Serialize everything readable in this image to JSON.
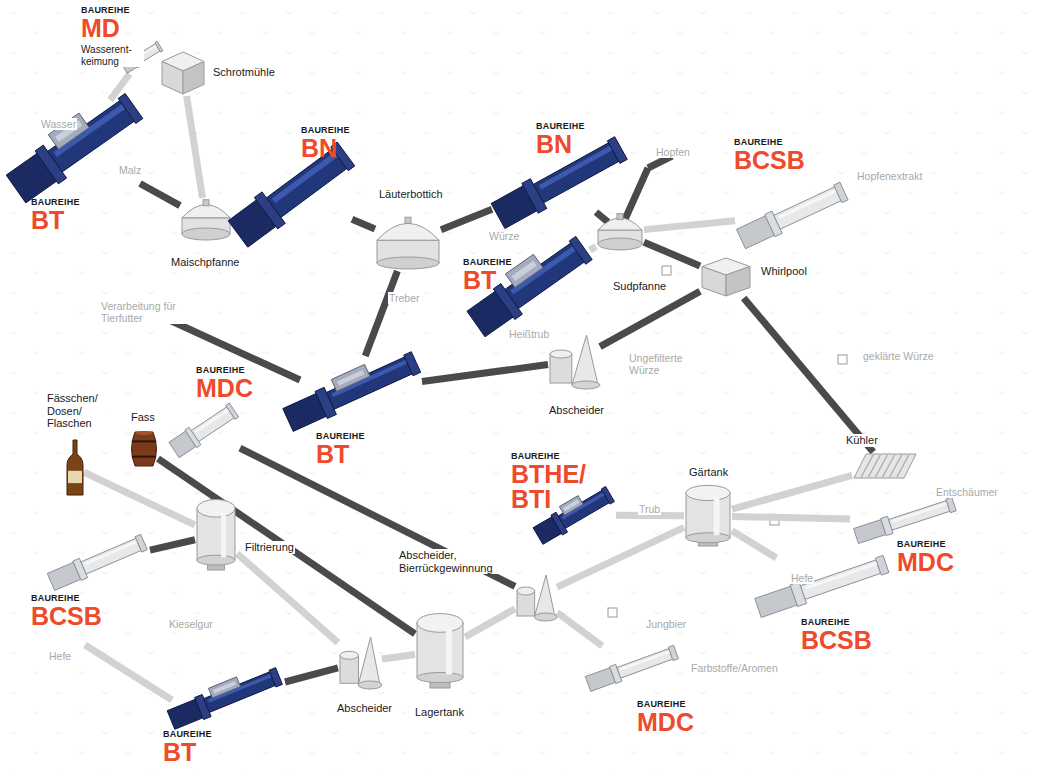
{
  "diagram": {
    "nodes": [
      {
        "text": [
          "BAUREIHE",
          "MD",
          "Wasserent- keimung"
        ]
      },
      {
        "text": [
          "Schrotmühle"
        ]
      },
      {
        "text": [
          "BAUREIHE",
          "BT"
        ]
      },
      {
        "text": [
          "Maischpfanne"
        ]
      },
      {
        "text": [
          "BAUREIHE",
          "BN"
        ]
      },
      {
        "text": [
          "Läuterbottich"
        ]
      },
      {
        "text": [
          "BAUREIHE",
          "BN"
        ]
      },
      {
        "text": [
          "BAUREIHE",
          "BT"
        ]
      },
      {
        "text": [
          "Sudpfanne"
        ]
      },
      {
        "text": [
          "BAUREIHE",
          "BCSB"
        ]
      },
      {
        "text": [
          "Whirlpool"
        ]
      },
      {
        "text": [
          "Abscheider"
        ]
      },
      {
        "text": [
          "BAUREIHE",
          "MDC"
        ]
      },
      {
        "text": [
          "BAUREIHE",
          "BT"
        ]
      },
      {
        "text": [
          "Fässchen/ Dosen/ Flaschen"
        ]
      },
      {
        "text": [
          "Fass"
        ]
      },
      {
        "text": [
          "Filtrierung"
        ]
      },
      {
        "text": [
          "BAUREIHE",
          "BTHE/ BTI"
        ]
      },
      {
        "text": [
          "Gärtank"
        ]
      },
      {
        "text": [
          "Kühler"
        ]
      },
      {
        "text": [
          "BAUREIHE",
          "MDC"
        ]
      },
      {
        "text": [
          "Abscheider, Bierrückgewinnung"
        ]
      },
      {
        "text": [
          "BAUREIHE",
          "BCSB"
        ]
      },
      {
        "text": [
          "BAUREIHE",
          "BCSB"
        ]
      },
      {
        "text": [
          "Abscheider"
        ]
      },
      {
        "text": [
          "Lagertank"
        ]
      },
      {
        "text": [
          "BAUREIHE",
          "BT"
        ]
      },
      {
        "text": [
          "BAUREIHE",
          "MDC"
        ]
      }
    ],
    "edges": [
      {
        "from": 0,
        "to": 2,
        "arrow": "none"
      },
      {
        "from": 1,
        "to": 3,
        "arrow": "none"
      },
      {
        "from": 2,
        "to": 3,
        "arrow": "none"
      },
      {
        "from": 3,
        "to": 4,
        "arrow": "none"
      },
      {
        "from": 4,
        "to": 5,
        "arrow": "none"
      },
      {
        "from": 5,
        "to": 6,
        "arrow": "none"
      },
      {
        "from": 6,
        "to": 8,
        "arrow": "none"
      },
      {
        "from": 9,
        "to": 8,
        "arrow": "none"
      },
      {
        "from": 8,
        "to": 7,
        "arrow": "none"
      },
      {
        "from": 8,
        "to": 10,
        "arrow": "none"
      },
      {
        "from": 10,
        "to": 11,
        "arrow": "none"
      },
      {
        "from": 5,
        "to": 13,
        "arrow": "none"
      },
      {
        "from": 11,
        "to": 13,
        "arrow": "none"
      },
      {
        "from": 10,
        "to": 19,
        "arrow": "none"
      },
      {
        "from": 19,
        "to": 18,
        "arrow": "none"
      },
      {
        "from": 20,
        "to": 18,
        "arrow": "none"
      },
      {
        "from": 23,
        "to": 18,
        "arrow": "none"
      },
      {
        "from": 18,
        "to": 17,
        "arrow": "none"
      },
      {
        "from": 18,
        "to": 21,
        "arrow": "none"
      },
      {
        "from": 27,
        "to": 21,
        "arrow": "none"
      },
      {
        "from": 21,
        "to": 25,
        "arrow": "none"
      },
      {
        "from": 25,
        "to": 24,
        "arrow": "none"
      },
      {
        "from": 24,
        "to": 26,
        "arrow": "none"
      },
      {
        "from": 24,
        "to": 16,
        "arrow": "none"
      },
      {
        "from": 22,
        "to": 16,
        "arrow": "none"
      },
      {
        "from": 16,
        "to": 14,
        "arrow": "none"
      },
      {
        "from": 15,
        "to": 25,
        "arrow": "none"
      },
      {
        "from": 12,
        "to": 21,
        "arrow": "none"
      }
    ],
    "labels": [
      "Wasser",
      "Malz",
      "Hopfen",
      "Hopfenextrakt",
      "Würze",
      "Treber",
      "Heißtrub",
      "Verarbeitung für Tierfutter",
      "Ungefilterte Würze",
      "geklärte Würze",
      "Entschäumer",
      "Trub",
      "Hefe",
      "Jungbier",
      "Farbstoffe/Aromen",
      "Kieselgur",
      "Hefe"
    ]
  }
}
